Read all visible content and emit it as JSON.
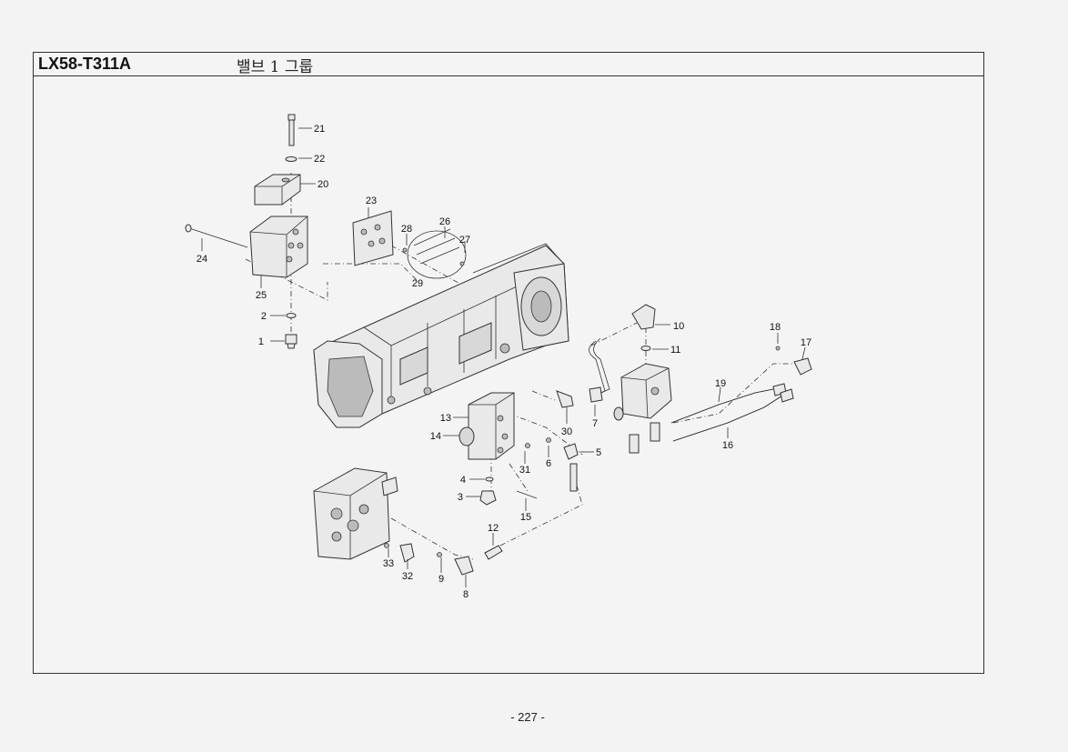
{
  "header": {
    "code": "LX58-T311A",
    "title": "밸브 1 그룹"
  },
  "footer": {
    "page": "- 227 -"
  },
  "callouts": [
    "1",
    "2",
    "3",
    "4",
    "5",
    "6",
    "7",
    "8",
    "9",
    "10",
    "11",
    "12",
    "13",
    "14",
    "15",
    "16",
    "17",
    "18",
    "19",
    "20",
    "21",
    "22",
    "23",
    "24",
    "25",
    "26",
    "27",
    "28",
    "29",
    "30",
    "31",
    "32",
    "33"
  ],
  "colors": {
    "paper": "#f3f3f3",
    "ink": "#333333"
  }
}
